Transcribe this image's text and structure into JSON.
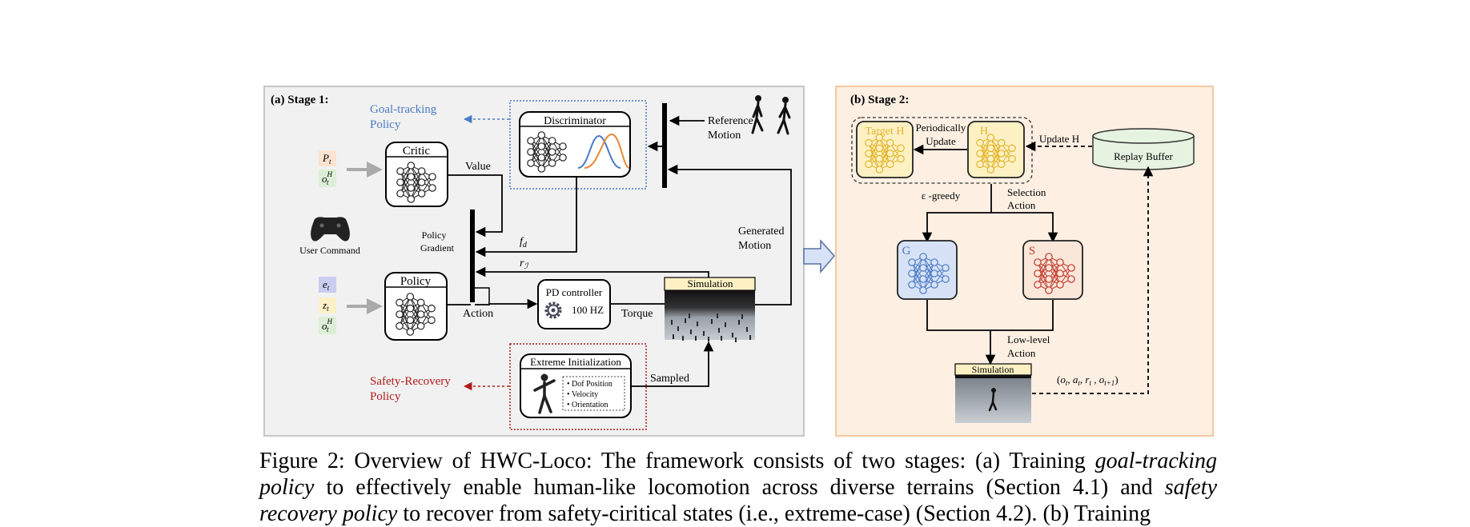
{
  "stage1": {
    "title": "(a) Stage 1:",
    "goal_tracking_policy": [
      "Goal-tracking",
      "Policy"
    ],
    "safety_recovery_policy": [
      "Safety-Recovery",
      "Policy"
    ],
    "discriminator": "Discriminator",
    "critic": "Critic",
    "policy": "Policy",
    "value": "Value",
    "policy_gradient": [
      "Policy",
      "Gradient"
    ],
    "user_command": "User Command",
    "action": "Action",
    "pd_controller": "PD controller",
    "pd_freq": "100 HZ",
    "torque": "Torque",
    "simulation": "Simulation",
    "reference_motion": [
      "Reference",
      "Motion"
    ],
    "generated_motion": [
      "Generated",
      "Motion"
    ],
    "f_d": "f",
    "f_d_sub": "d",
    "r_i": "r",
    "r_i_sub": "ℐ",
    "extreme_init": "Extreme Initialization",
    "sampled": "Sampled",
    "init_items": [
      "Dof Position",
      "Velocity",
      "Orientation"
    ],
    "critic_inputs": [
      {
        "sym": "P",
        "sub": "t",
        "sup": "",
        "color": "#fbe3cf"
      },
      {
        "sym": "o",
        "sub": "t",
        "sup": "H",
        "color": "#dcefd6"
      }
    ],
    "policy_inputs": [
      {
        "sym": "e",
        "sub": "t",
        "sup": "",
        "color": "#c9cdf0"
      },
      {
        "sym": "z",
        "sub": "t",
        "sup": "",
        "color": "#fbf0c6"
      },
      {
        "sym": "o",
        "sub": "t",
        "sup": "H",
        "color": "#dcefd6"
      }
    ]
  },
  "stage2": {
    "title": "(b) Stage 2:",
    "target_h": "Target H",
    "h": "H",
    "periodically_update": [
      "Periodically",
      "Update"
    ],
    "update_h": "Update H",
    "replay_buffer": "Replay Buffer",
    "eps_greedy": "ε -greedy",
    "selection_action": [
      "Selection",
      "Action"
    ],
    "g": "G",
    "s": "S",
    "low_level_action": [
      "Low-level",
      "Action"
    ],
    "simulation": "Simulation",
    "transition": "(o",
    "transition_full": [
      "o",
      "a",
      "r",
      "o"
    ],
    "transition_subs": [
      "t",
      "t",
      "t",
      "t+1"
    ]
  },
  "caption": {
    "prefix": "Figure 2: Overview of HWC-Loco: The framework consists of two stages: (a) Training ",
    "goal_tracking": "goal-tracking policy",
    "mid1": " to effectively enable human-like locomotion across diverse terrains (Section 4.1) and ",
    "safety": "safety recovery policy",
    "mid2": " to recover from safety-ciritical states (i.e., extreme-case) (Section 4.2). (b) Training"
  },
  "colors": {
    "stage1_bg": "#f1f1f1",
    "stage2_bg": "#fdf0e3",
    "stage2_border": "#f4c8a0",
    "blue_label": "#4a7bc4",
    "red_label": "#b01c1c",
    "h_fill": "#fdf1c4",
    "g_fill": "#d7e2f6",
    "s_fill": "#fbe6da",
    "buffer_fill": "#e6f3e1"
  }
}
